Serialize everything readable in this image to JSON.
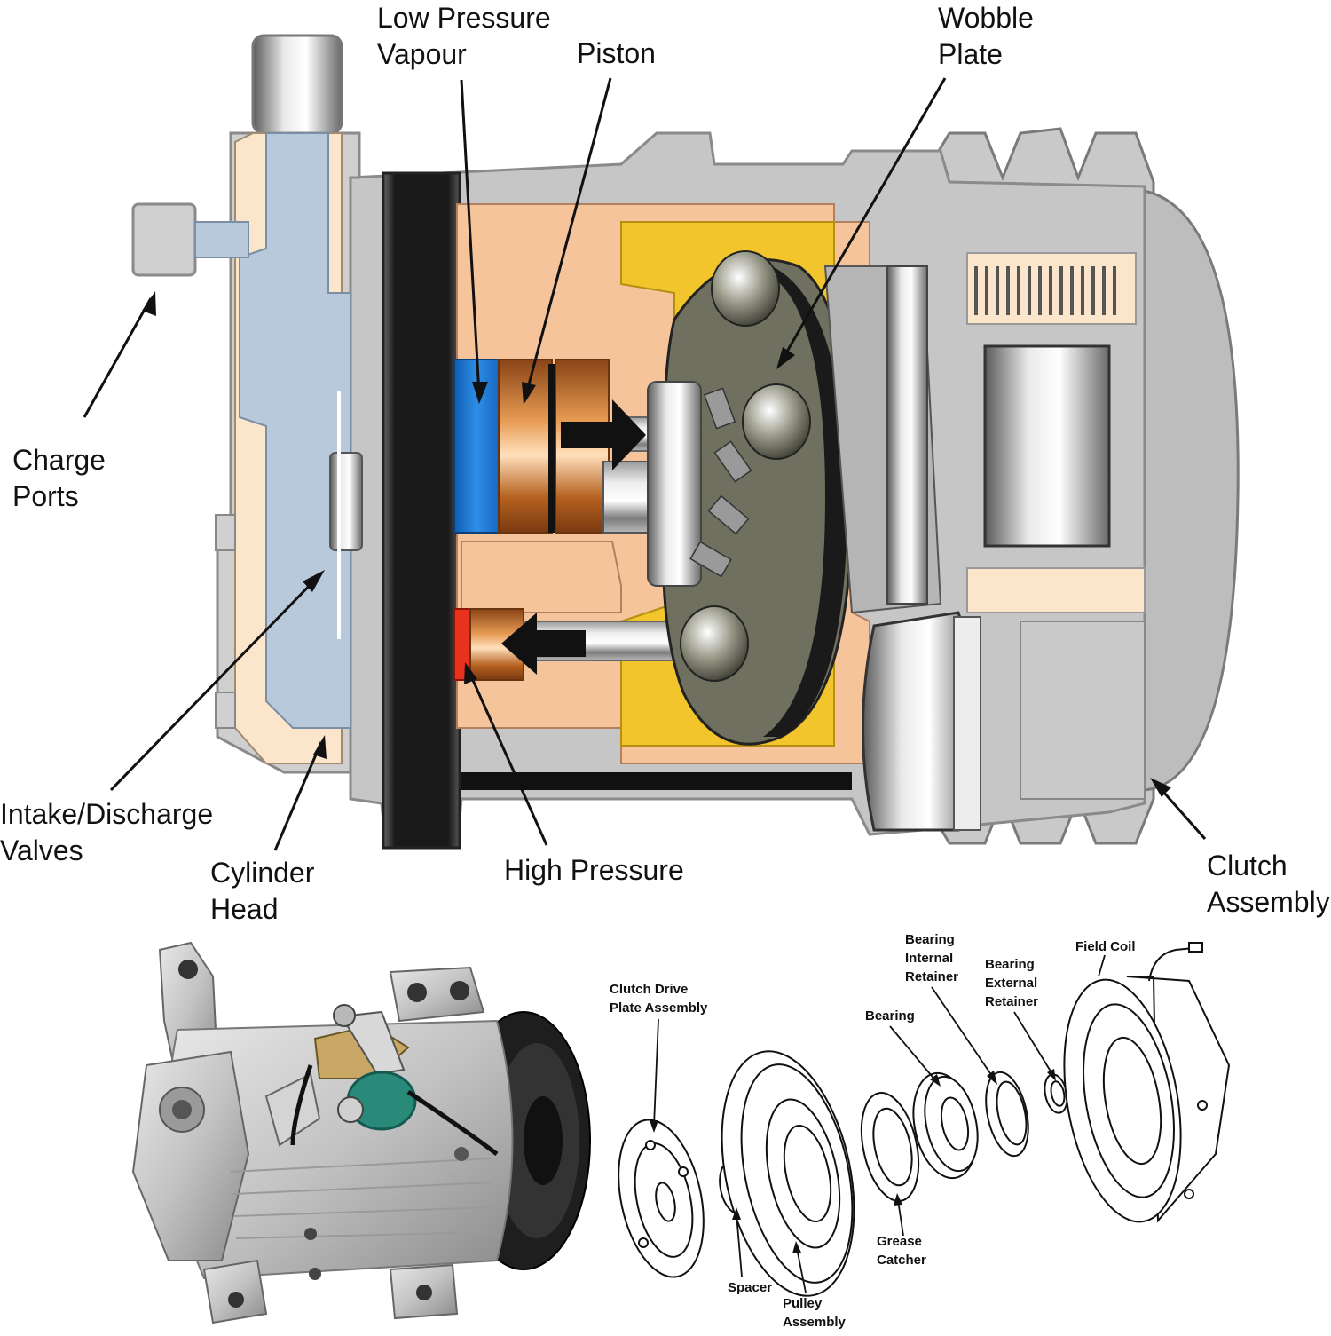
{
  "cutaway_labels": {
    "low_pressure": [
      "Low Pressure",
      "Vapour"
    ],
    "piston": [
      "Piston"
    ],
    "wobble_plate": [
      "Wobble",
      "Plate"
    ],
    "charge_ports": [
      "Charge",
      "Ports"
    ],
    "valves": [
      "Intake/Discharge",
      "Valves"
    ],
    "cylinder_head": [
      "Cylinder",
      "Head"
    ],
    "high_pressure": [
      "High Pressure"
    ],
    "clutch_assembly": [
      "Clutch",
      "Assembly"
    ]
  },
  "clutch_labels": {
    "drive_plate": [
      "Clutch Drive",
      "Plate Assembly"
    ],
    "bearing_internal": [
      "Bearing",
      "Internal",
      "Retainer"
    ],
    "bearing": [
      "Bearing"
    ],
    "bearing_external": [
      "Bearing",
      "External",
      "Retainer"
    ],
    "field_coil": [
      "Field Coil"
    ],
    "spacer": [
      "Spacer"
    ],
    "pulley": [
      "Pulley",
      "Assembly"
    ],
    "grease_catcher": [
      "Grease",
      "Catcher"
    ]
  },
  "colors": {
    "housing_gray": "#c8c8c8",
    "housing_dark": "#8c8c8c",
    "peach": "#f5c49a",
    "cream": "#fbe6cc",
    "yellow": "#f2c52c",
    "low_pressure_blue": "#1e7fd6",
    "high_pressure_red": "#e8321e",
    "head_blue": "#b7c9da",
    "copper": "#c8742c",
    "ink": "#111111"
  }
}
